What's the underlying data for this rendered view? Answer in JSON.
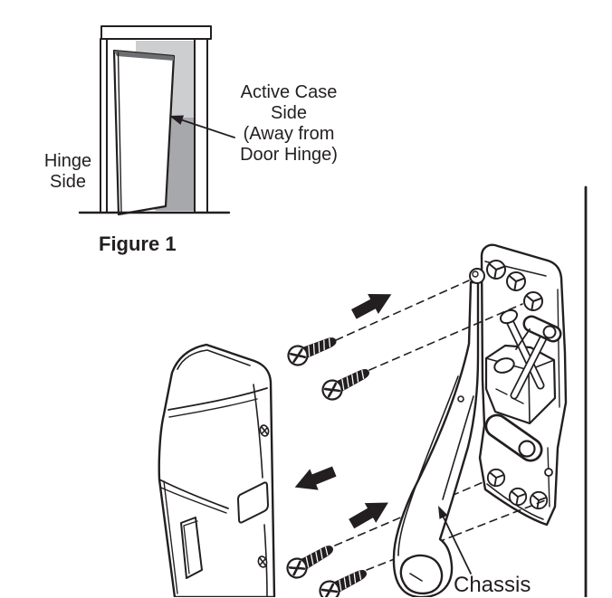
{
  "page": {
    "type": "installation-manual-diagram",
    "background": "#ffffff"
  },
  "colors": {
    "line": "#231f20",
    "light_gray": "#cdced0",
    "shadow_gray": "#a6a8ab",
    "door_edge_gray": "#6d6e71"
  },
  "figure_door": {
    "caption": "Figure 1",
    "label_hinge_side": "Hinge\nSide",
    "label_active_case": "Active Case\nSide\n(Away from\nDoor Hinge)"
  },
  "figure_assembly": {
    "label_chassis": "Chassis"
  },
  "icons": {
    "screw": "phillips-screw-icon",
    "direction_arrow": "direction-arrow-icon",
    "pointer_arrow": "pointer-arrow-icon",
    "page_divider": "vertical-rule"
  }
}
